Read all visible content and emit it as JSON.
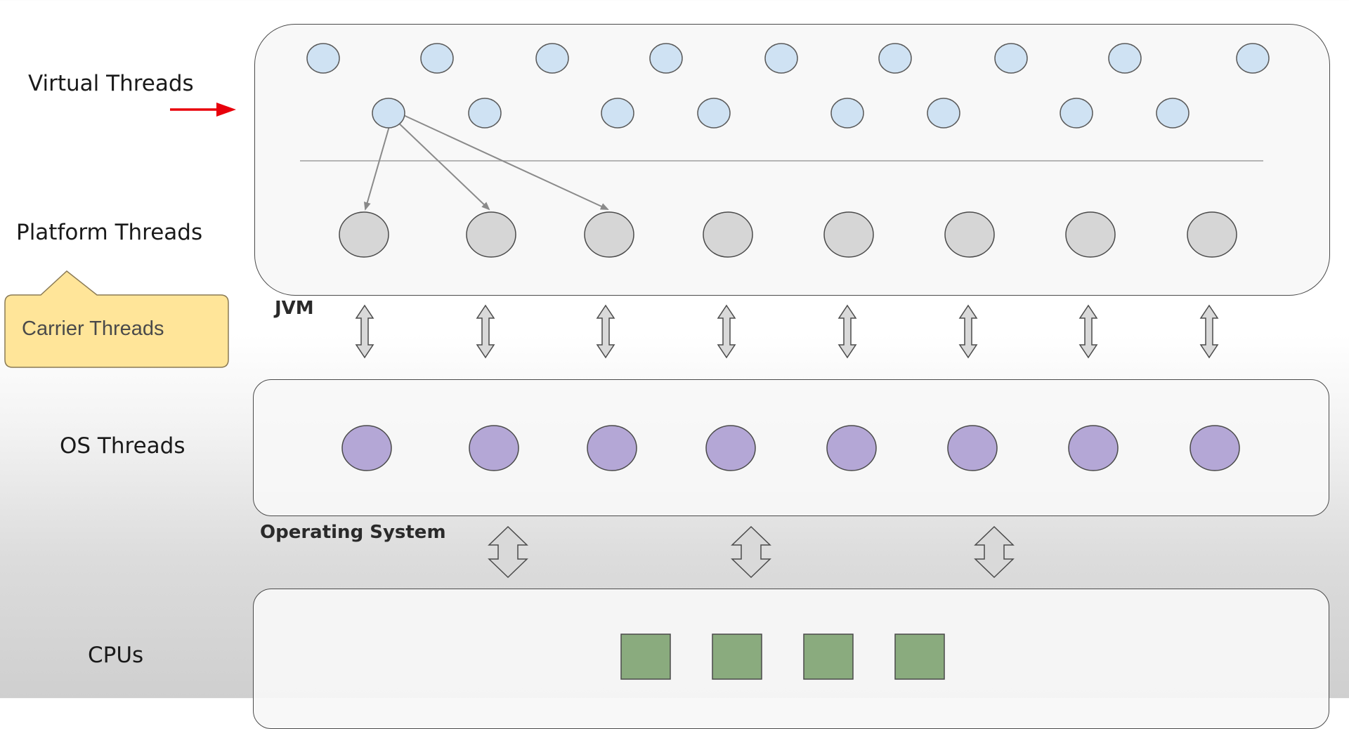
{
  "labels": {
    "virtual_threads": "Virtual Threads",
    "platform_threads": "Platform Threads",
    "carrier_threads": "Carrier Threads",
    "os_threads": "OS Threads",
    "cpus": "CPUs",
    "jvm": "JVM",
    "operating_system": "Operating System"
  },
  "counts": {
    "virtual_threads_row1": 9,
    "virtual_threads_row2": 8,
    "platform_threads": 8,
    "os_threads": 8,
    "cpus": 4
  },
  "colors": {
    "virtual_thread": "#cfe2f3",
    "platform_thread": "#d6d6d6",
    "os_thread": "#b4a7d6",
    "cpu": "#8aab7e",
    "callout": "#ffe599",
    "pointer_arrow": "#e8000b"
  }
}
